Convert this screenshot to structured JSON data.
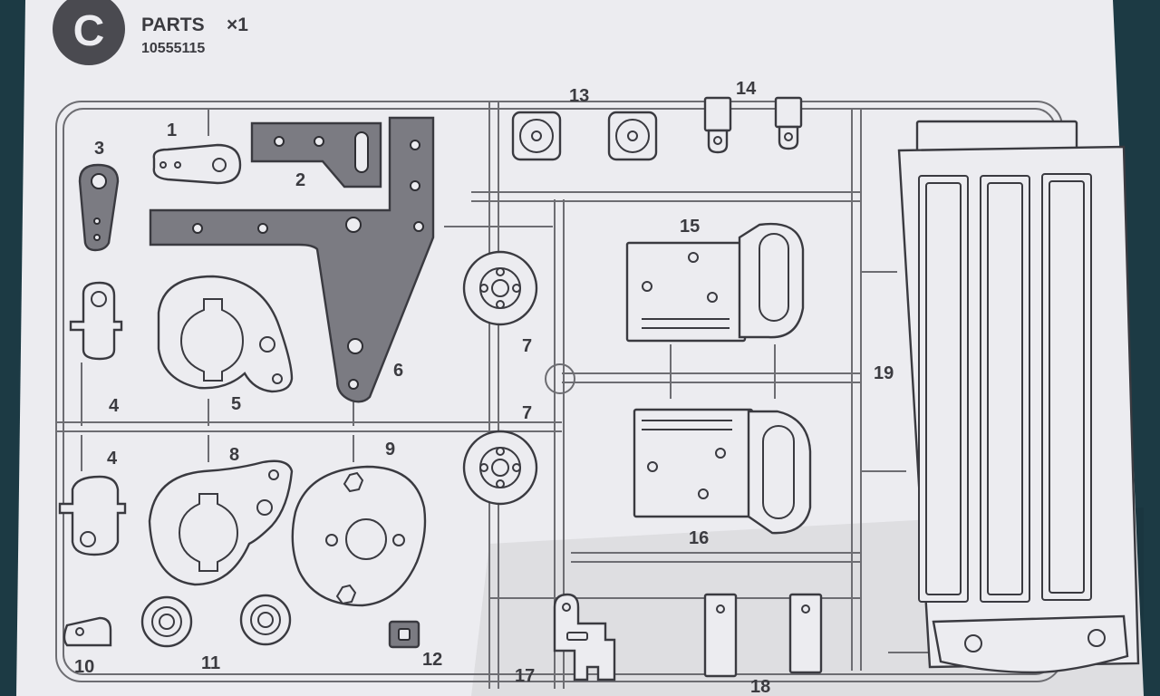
{
  "header": {
    "badge_letter": "C",
    "title": "PARTS",
    "multiplier": "×1",
    "code": "10555115"
  },
  "part_numbers": {
    "p1": "1",
    "p2": "2",
    "p3": "3",
    "p4a": "4",
    "p4b": "4",
    "p5": "5",
    "p6": "6",
    "p7a": "7",
    "p7b": "7",
    "p8": "8",
    "p9": "9",
    "p10": "10",
    "p11": "11",
    "p12": "12",
    "p13": "13",
    "p14": "14",
    "p15": "15",
    "p16": "16",
    "p17": "17",
    "p18": "18",
    "p19": "19"
  },
  "colors": {
    "paper": "#ececf0",
    "ink": "#3b3b40",
    "background": "#1c3a44",
    "dark_part": "#7b7b82"
  }
}
